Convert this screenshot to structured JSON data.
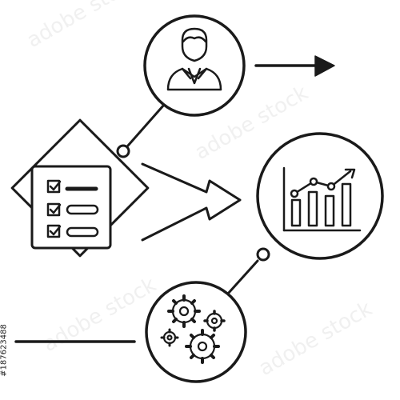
{
  "diagram": {
    "line_color": "#1a1a1a",
    "background": "#ffffff",
    "nodes": [
      {
        "id": "person",
        "icon": "businessman-icon"
      },
      {
        "id": "chart",
        "icon": "growth-bar-chart-icon"
      },
      {
        "id": "gears",
        "icon": "gears-icon"
      },
      {
        "id": "checklist",
        "icon": "checklist-icon"
      }
    ],
    "arrows": [
      "right-arrow",
      "chevron-arrow"
    ]
  },
  "image_meta": {
    "stock_id": "#187623488"
  }
}
